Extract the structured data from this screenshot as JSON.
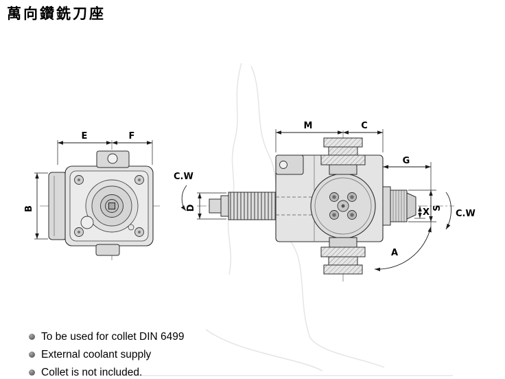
{
  "title": "萬向鑽銑刀座",
  "labels": {
    "E": "E",
    "F": "F",
    "B": "B",
    "D": "D",
    "M": "M",
    "C": "C",
    "G": "G",
    "X": "X",
    "S": "S",
    "A": "A",
    "cw_left": "C.W",
    "cw_right": "C.W"
  },
  "notes": [
    "To be used for collet DIN 6499",
    "External coolant supply",
    "Collet is not included."
  ]
}
